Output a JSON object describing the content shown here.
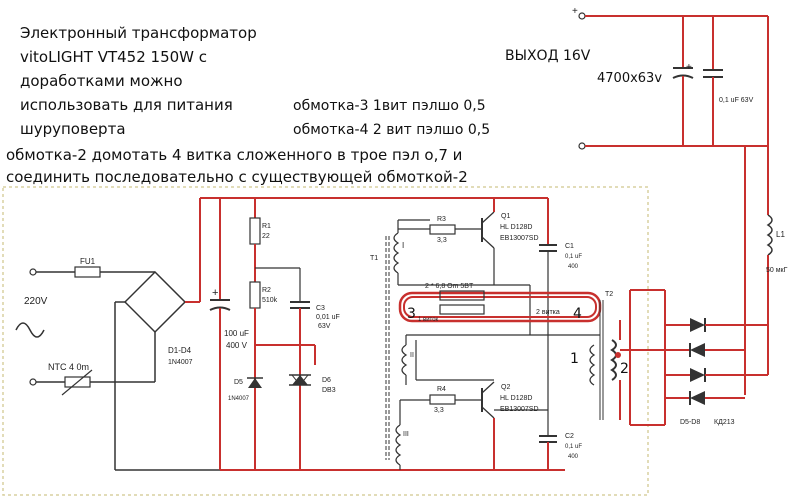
{
  "annotations": {
    "title_lines": [
      "Электронный трансформатор",
      "vitoLIGHT  VT452 150W  с",
      "доработками можно",
      "использовать для питания",
      "шуруповерта"
    ],
    "winding3": "обмотка-3   1вит пэлшо 0,5",
    "winding4": "обмотка-4  2 вит пэлшо 0,5",
    "winding2_line1": "обмотка-2 домотать 4 витка сложенного в трое пэл о,7 и",
    "winding2_line2": "соединить последовательно с существующей обмоткой-2",
    "output": "ВЫХОД 16V",
    "cap_main": "4700х63v"
  },
  "labels": {
    "plus_top": "+",
    "plus_cap": "+",
    "plus_c100": "+",
    "fu1": "FU1",
    "v220": "220V",
    "bridge": "D1-D4",
    "bridge_part": "1N4007",
    "ntc": "NTC 4 0m",
    "c100": "100  uF",
    "c100v": "400 V",
    "r1": "R1",
    "r1v": "22",
    "r2": "R2",
    "r2v": "510k",
    "c3": "C3",
    "c3v": "0,01 uF",
    "c3vv": "63V",
    "d5": "D5",
    "d5p": "1N4007",
    "d6": "D6",
    "d6p": "DB3",
    "r3": "R3",
    "r3v": "3,3",
    "r4": "R4",
    "r4v": "3,3",
    "q1": "Q1",
    "q1p1": "HL D128D",
    "q1p2": "EB13007SD",
    "q2": "Q2",
    "q2p1": "HL D128D",
    "q2p2": "EB13007SD",
    "c1": "C1",
    "c1v": "0,1 uF",
    "c1vv": "400",
    "c2": "C2",
    "c2v": "0,1 uF",
    "c2vv": "400",
    "t1": "T1",
    "t2": "T2",
    "wI": "I",
    "wII": "II",
    "wIII": "III",
    "res_pair": "2 * 6,8 Om 5BT",
    "turn1": "1 виток",
    "turns2": "2 витка",
    "n3": "3",
    "n4": "4",
    "n1": "1",
    "n2": "2",
    "d5d8": "D5-D8",
    "d5d8p": "КД213",
    "c01": "0,1 uF 63V",
    "l1": "L1",
    "l1v": "50 мкГ"
  },
  "colors": {
    "wire_red": "#c8302e",
    "wire_black": "#333333",
    "boundary": "#d8d0a0",
    "component_fill": "#f7f3e8"
  }
}
